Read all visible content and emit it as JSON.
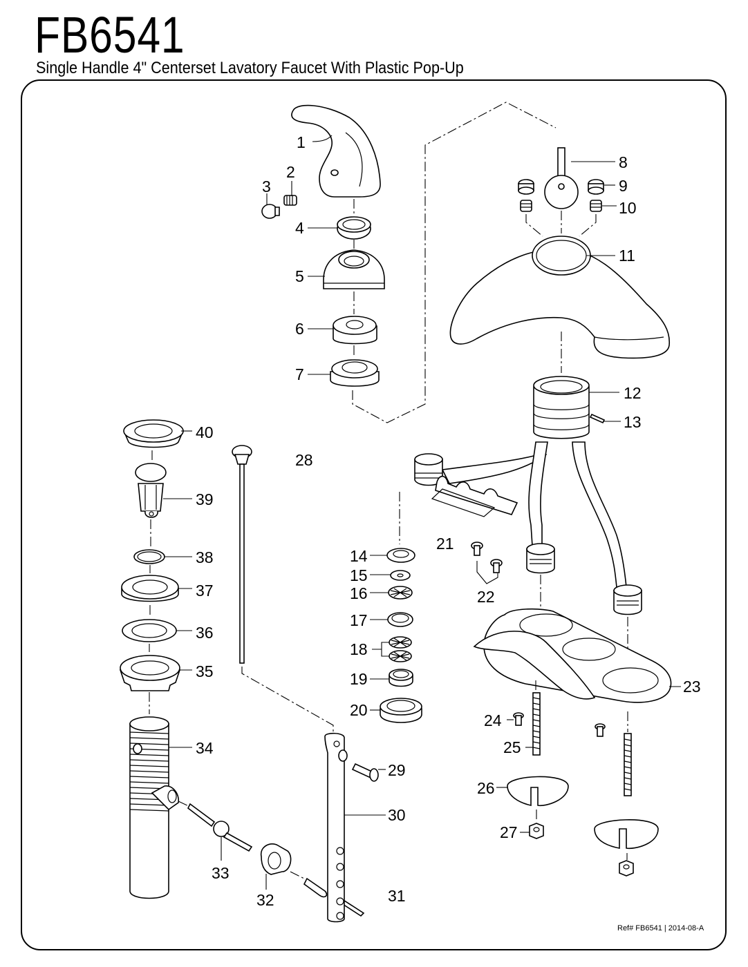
{
  "header": {
    "model": "FB6541",
    "subtitle": "Single Handle 4\" Centerset Lavatory Faucet With Plastic Pop-Up"
  },
  "footer": {
    "reference": "Ref# FB6541 | 2014-08-A"
  },
  "callouts": [
    {
      "id": "1",
      "text": "1"
    },
    {
      "id": "2",
      "text": "2"
    },
    {
      "id": "3",
      "text": "3"
    },
    {
      "id": "4",
      "text": "4"
    },
    {
      "id": "5",
      "text": "5"
    },
    {
      "id": "6",
      "text": "6"
    },
    {
      "id": "7",
      "text": "7"
    },
    {
      "id": "8",
      "text": "8"
    },
    {
      "id": "9",
      "text": "9"
    },
    {
      "id": "10",
      "text": "10"
    },
    {
      "id": "11",
      "text": "11"
    },
    {
      "id": "12",
      "text": "12"
    },
    {
      "id": "13",
      "text": "13"
    },
    {
      "id": "14",
      "text": "14"
    },
    {
      "id": "15",
      "text": "15"
    },
    {
      "id": "16",
      "text": "16"
    },
    {
      "id": "17",
      "text": "17"
    },
    {
      "id": "18",
      "text": "18"
    },
    {
      "id": "19",
      "text": "19"
    },
    {
      "id": "20",
      "text": "20"
    },
    {
      "id": "21",
      "text": "21"
    },
    {
      "id": "22",
      "text": "22"
    },
    {
      "id": "23",
      "text": "23"
    },
    {
      "id": "24",
      "text": "24"
    },
    {
      "id": "25",
      "text": "25"
    },
    {
      "id": "26",
      "text": "26"
    },
    {
      "id": "27",
      "text": "27"
    },
    {
      "id": "28",
      "text": "28"
    },
    {
      "id": "29",
      "text": "29"
    },
    {
      "id": "30",
      "text": "30"
    },
    {
      "id": "31",
      "text": "31"
    },
    {
      "id": "32",
      "text": "32"
    },
    {
      "id": "33",
      "text": "33"
    },
    {
      "id": "34",
      "text": "34"
    },
    {
      "id": "35",
      "text": "35"
    },
    {
      "id": "36",
      "text": "36"
    },
    {
      "id": "37",
      "text": "37"
    },
    {
      "id": "38",
      "text": "38"
    },
    {
      "id": "39",
      "text": "39"
    },
    {
      "id": "40",
      "text": "40"
    }
  ]
}
